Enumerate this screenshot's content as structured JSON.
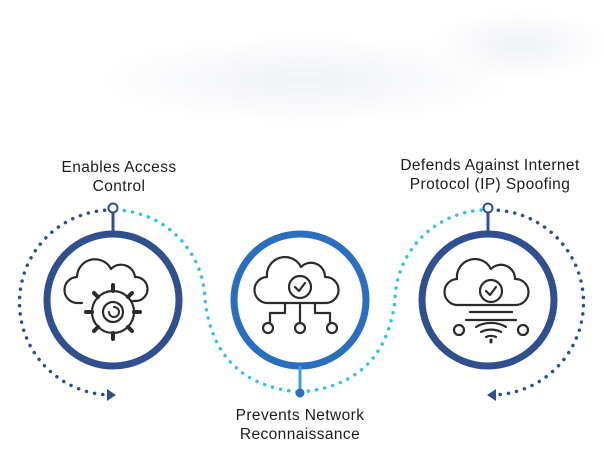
{
  "steps": [
    {
      "lines": [
        "Enables Access",
        "Control"
      ],
      "icon": "cloud-gear-icon"
    },
    {
      "lines": [
        "Prevents Network",
        "Reconnaissance"
      ],
      "icon": "cloud-network-check-icon"
    },
    {
      "lines": [
        "Defends Against Internet",
        "Protocol (IP) Spoofing"
      ],
      "icon": "cloud-wifi-check-icon"
    }
  ],
  "colors": {
    "dark_blue": "#2f4f8f",
    "mid_blue": "#2a6fbf",
    "light_blue": "#3aa0d8",
    "cyan": "#36c2e0",
    "icon": "#2b2b2b"
  }
}
